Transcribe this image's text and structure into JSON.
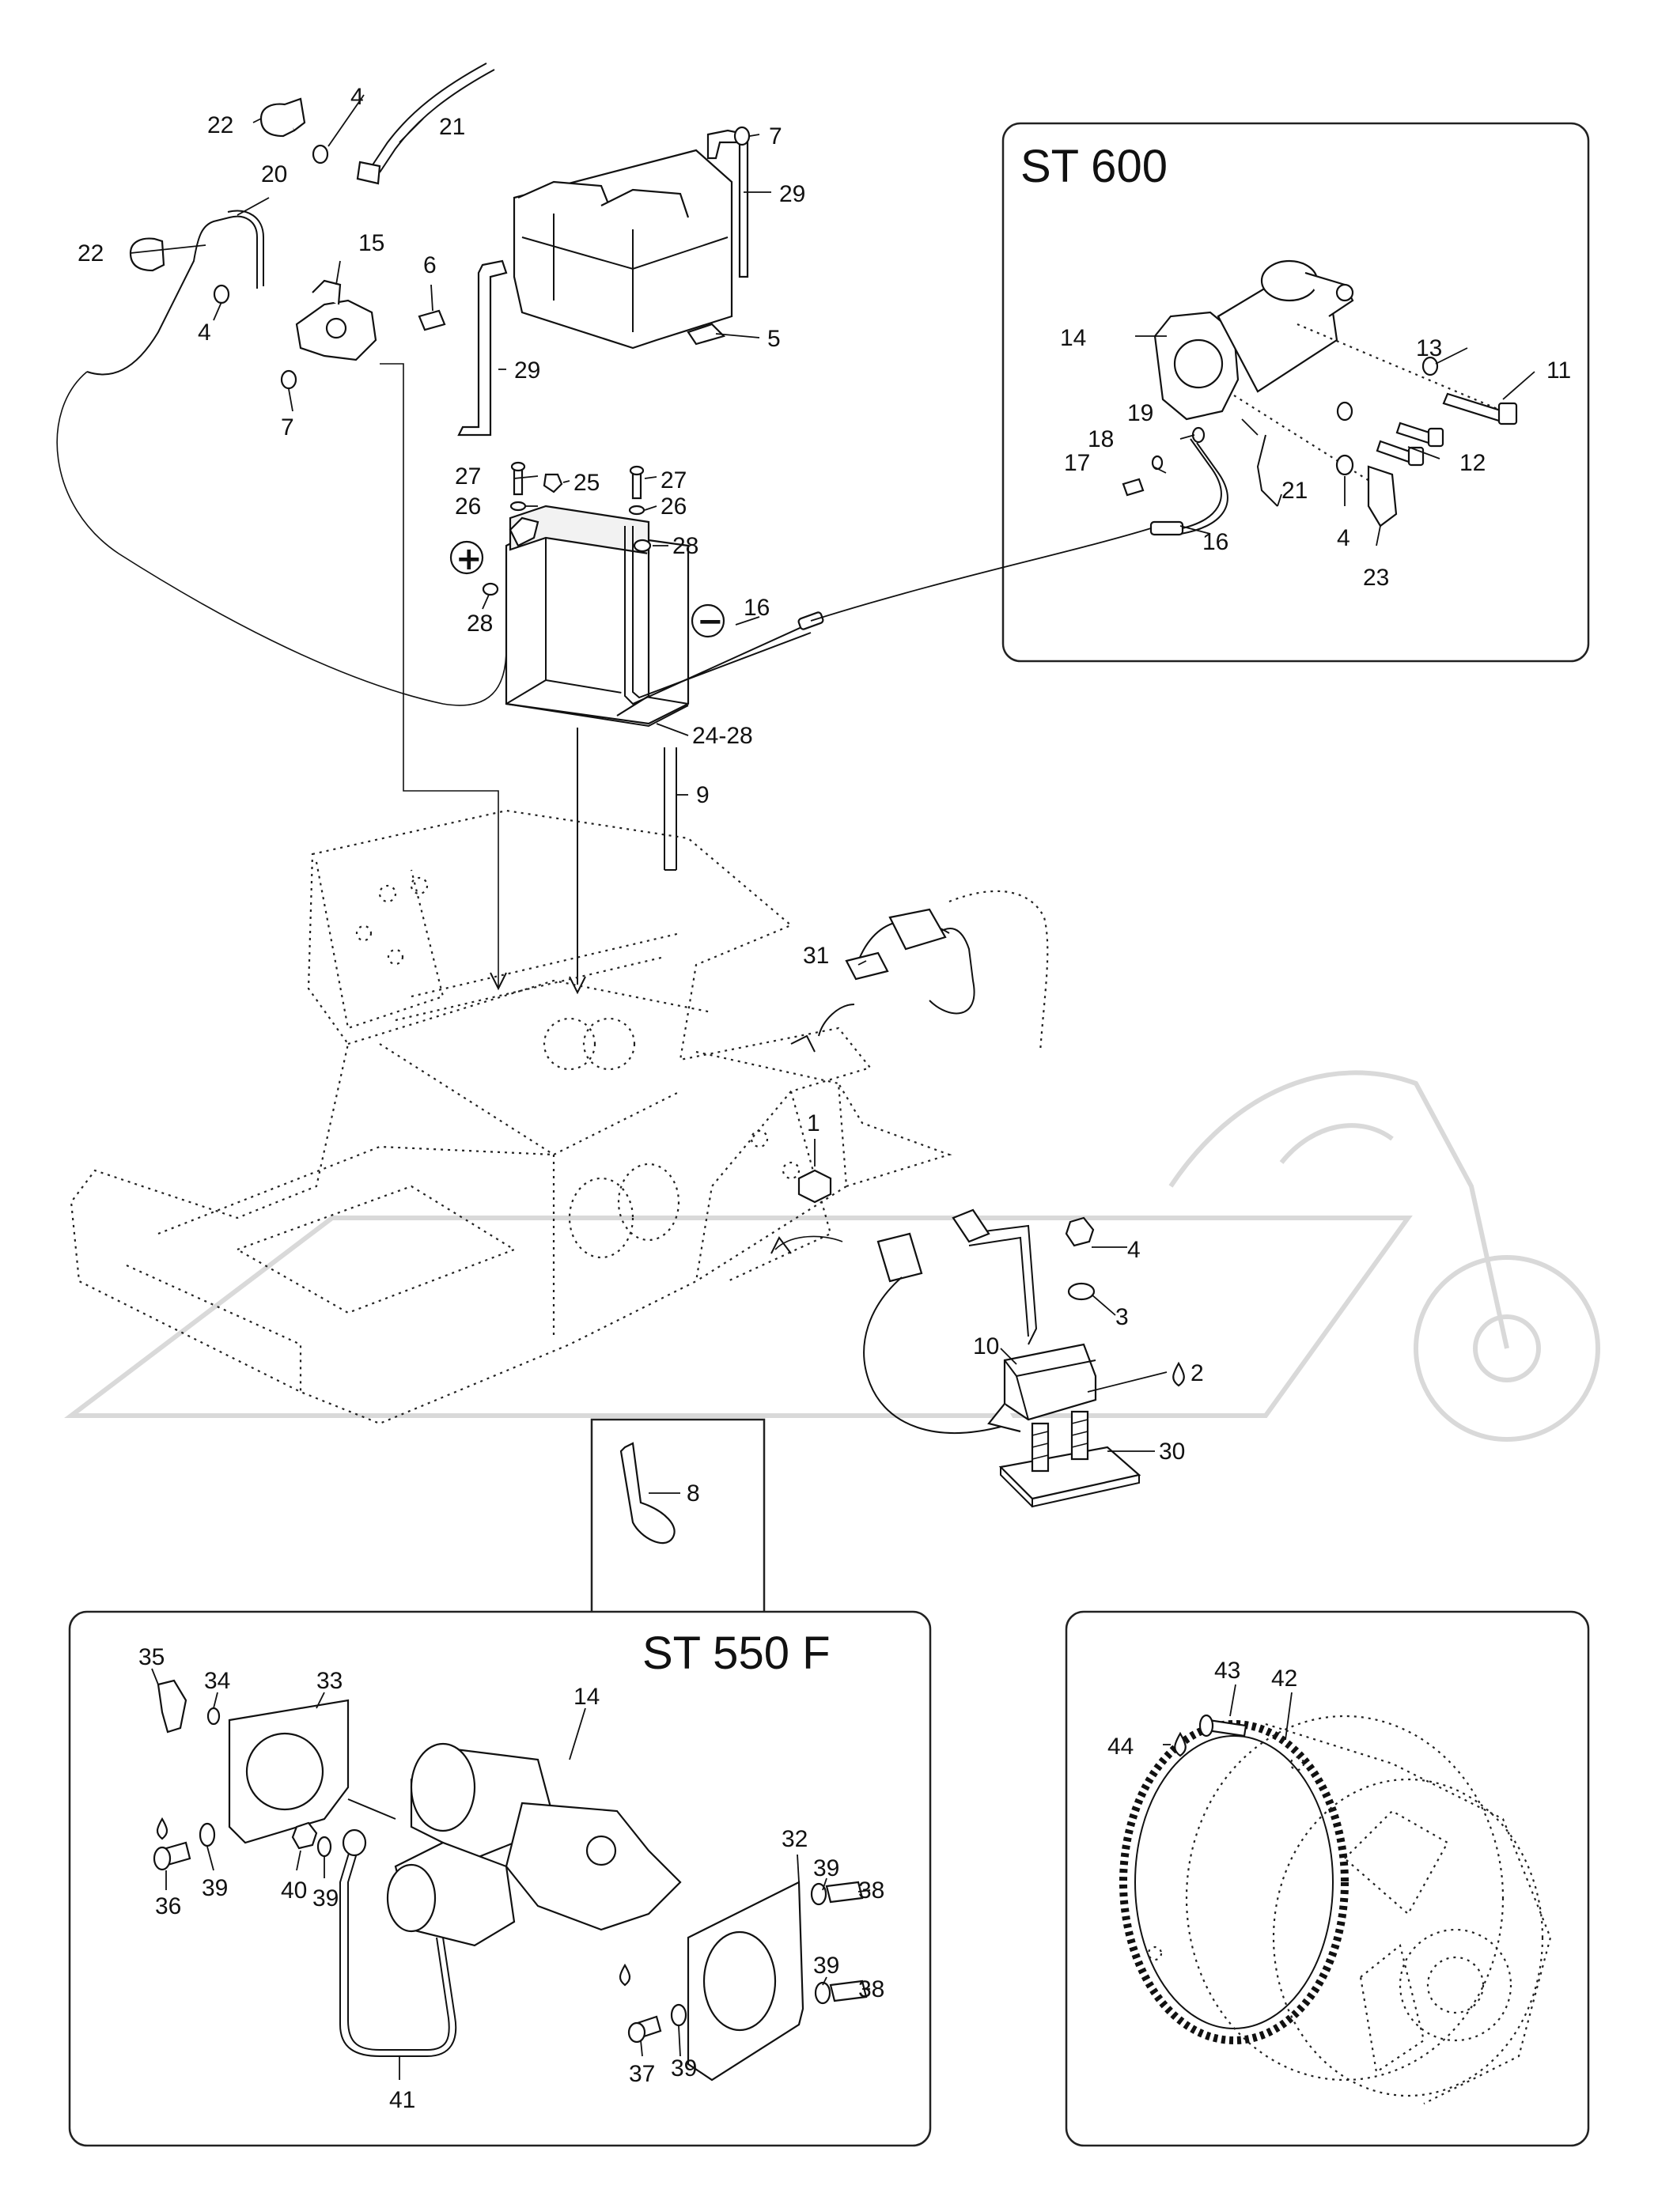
{
  "panels": {
    "st600_title": "ST 600",
    "st550f_title": "ST 550 F"
  },
  "polarity": {
    "positive": "+",
    "negative": "−"
  },
  "callouts": {
    "c1": "1",
    "c2": "2",
    "c3": "3",
    "c4a": "4",
    "c4b": "4",
    "c4c": "4",
    "c4d": "4",
    "c5": "5",
    "c6": "6",
    "c7a": "7",
    "c7b": "7",
    "c8": "8",
    "c9": "9",
    "c10": "10",
    "c11": "11",
    "c12": "12",
    "c13": "13",
    "c14a": "14",
    "c14b": "14",
    "c15": "15",
    "c16a": "16",
    "c16b": "16",
    "c17": "17",
    "c18": "18",
    "c19": "19",
    "c20": "20",
    "c21a": "21",
    "c21b": "21",
    "c22a": "22",
    "c22b": "22",
    "c23": "23",
    "c24": "24-28",
    "c25": "25",
    "c26a": "26",
    "c26b": "26",
    "c27a": "27",
    "c27b": "27",
    "c28a": "28",
    "c28b": "28",
    "c29a": "29",
    "c29b": "29",
    "c30": "30",
    "c31": "31",
    "c32": "32",
    "c33": "33",
    "c34": "34",
    "c35": "35",
    "c36": "36",
    "c37": "37",
    "c38a": "38",
    "c38b": "38",
    "c39a": "39",
    "c39b": "39",
    "c39c": "39",
    "c39d": "39",
    "c39e": "39",
    "c40": "40",
    "c41": "41",
    "c42": "42",
    "c43": "43",
    "c44": "44"
  }
}
